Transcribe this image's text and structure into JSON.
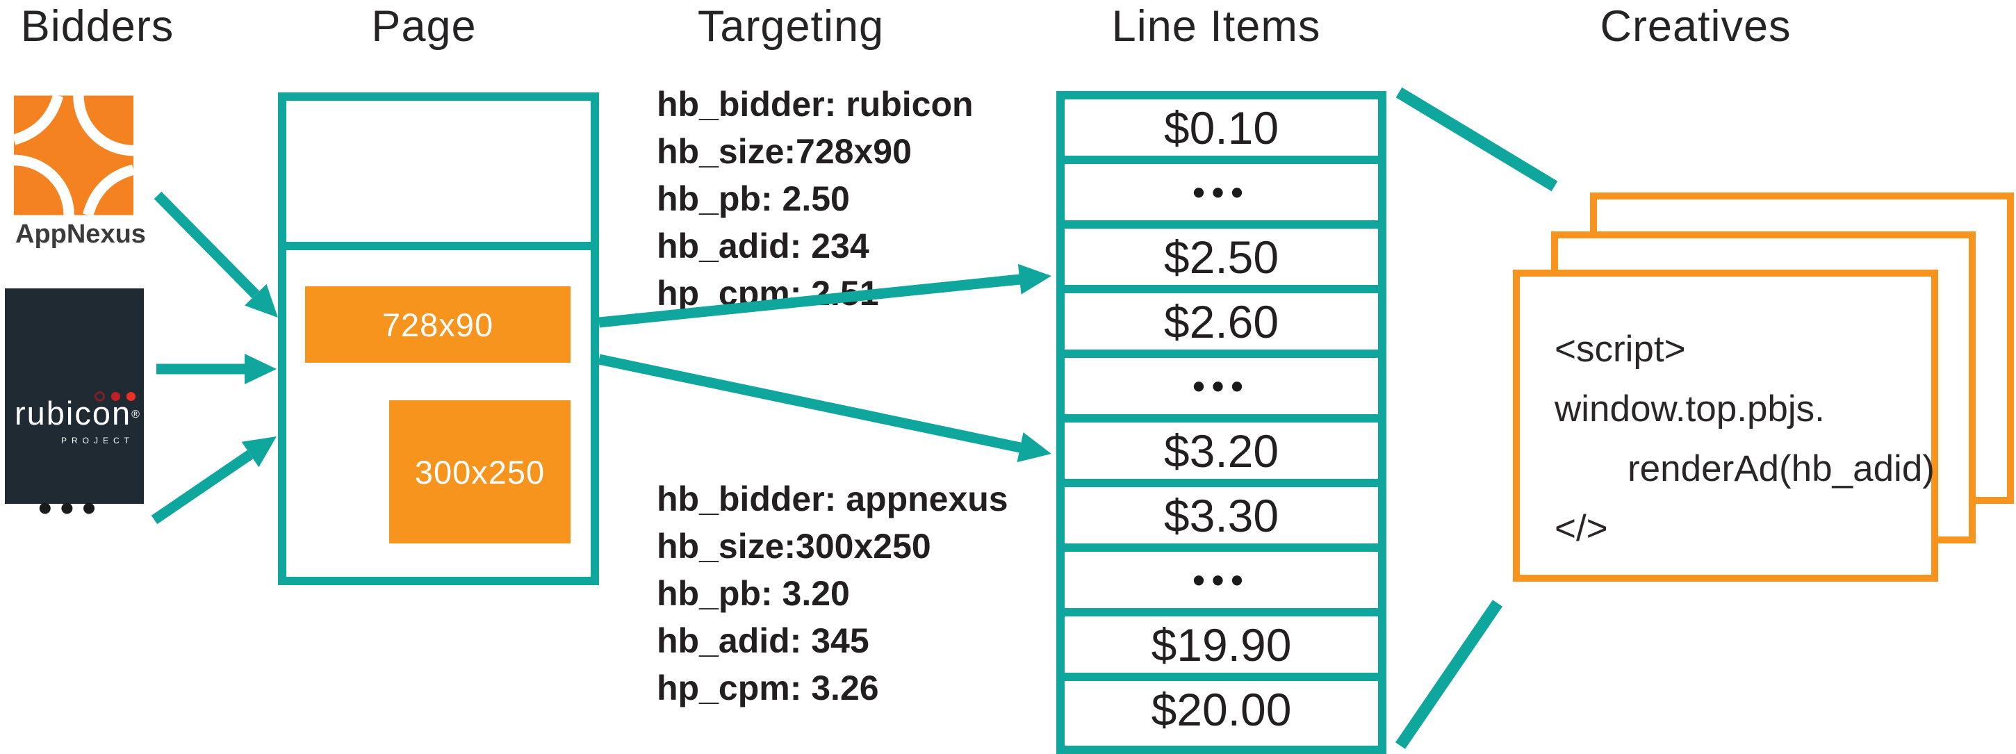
{
  "titles": {
    "bidders": "Bidders",
    "page": "Page",
    "targeting": "Targeting",
    "line_items": "Line Items",
    "creatives": "Creatives"
  },
  "bidders": {
    "appnexus_label": "AppNexus",
    "rubicon_label": "rubicon",
    "rubicon_reg": "®",
    "rubicon_project": "PROJECT",
    "more_ellipsis": "•••"
  },
  "page": {
    "banner_label": "728x90",
    "rect_label": "300x250"
  },
  "targeting": {
    "block1": {
      "lines": [
        "hb_bidder: rubicon",
        "hb_size:728x90",
        "hb_pb: 2.50",
        "hb_adid: 234",
        "hp_cpm: 2.51"
      ]
    },
    "block2": {
      "lines": [
        "hb_bidder: appnexus",
        "hb_size:300x250",
        "hb_pb: 3.20",
        "hb_adid: 345",
        "hp_cpm: 3.26"
      ]
    }
  },
  "line_items": {
    "rows": [
      {
        "value": "$0.10"
      },
      {
        "value": "•••"
      },
      {
        "value": "$2.50"
      },
      {
        "value": "$2.60"
      },
      {
        "value": "•••"
      },
      {
        "value": "$3.20"
      },
      {
        "value": "$3.30"
      },
      {
        "value": "•••"
      },
      {
        "value": "$19.90"
      },
      {
        "value": "$20.00"
      }
    ]
  },
  "creatives": {
    "script_lines": [
      "<script>",
      "window.top.pbjs.",
      "renderAd(hb_adid)",
      "</>"
    ]
  },
  "colors": {
    "teal": "#0FA69E",
    "orange": "#F7941E",
    "logo_orange": "#F58220",
    "rubicon_dark": "#1F2A33",
    "red_dot": "#ED3024",
    "dark_red_dot": "#C02026",
    "text": "#231F20"
  }
}
